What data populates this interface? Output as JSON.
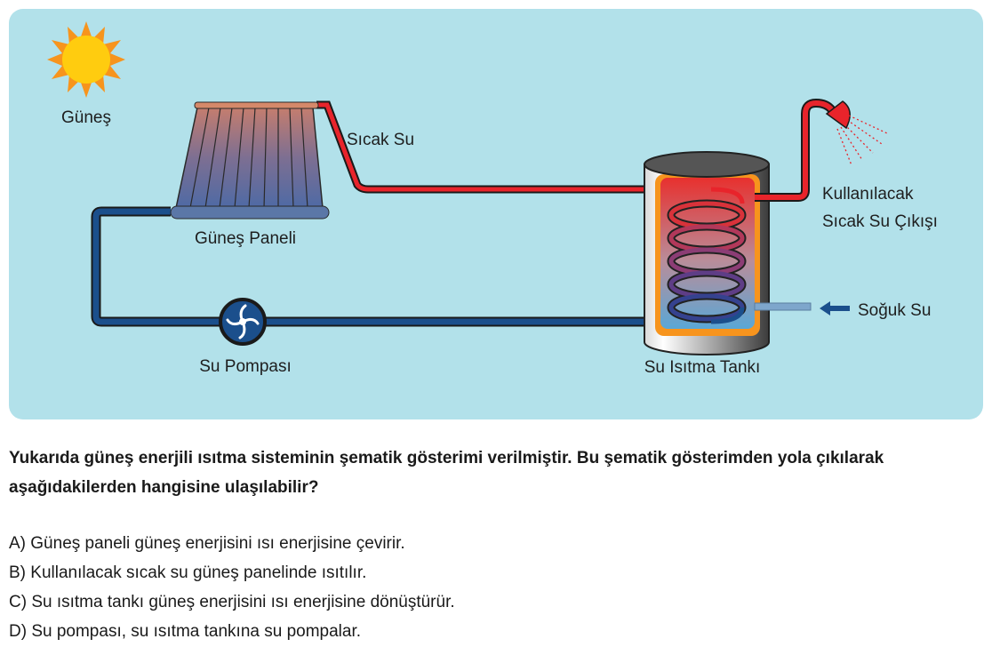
{
  "diagram": {
    "labels": {
      "sun": "Güneş",
      "hot_water": "Sıcak Su",
      "solar_panel": "Güneş Paneli",
      "pump": "Su Pompası",
      "tank": "Su Isıtma Tankı",
      "outlet_line1": "Kullanılacak",
      "outlet_line2": "Sıcak Su Çıkışı",
      "cold_water": "Soğuk Su"
    },
    "colors": {
      "background": "#b2e1ea",
      "hot_pipe": "#e8242b",
      "cold_pipe": "#1b4f8c",
      "sun": "#ffcc0f",
      "sun_rays": "#f7941d",
      "insulation": "#f7941d"
    }
  },
  "question": {
    "text": "Yukarıda güneş enerjili ısıtma sisteminin şematik gösterimi verilmiştir. Bu şematik gösterimden yola çıkılarak aşağıdakilerden hangisine ulaşılabilir?",
    "options": [
      "A) Güneş paneli güneş enerjisini ısı enerjisine çevirir.",
      "B) Kullanılacak sıcak su güneş panelinde ısıtılır.",
      "C) Su ısıtma tankı güneş enerjisini ısı enerjisine dönüştürür.",
      "D) Su pompası, su ısıtma tankına su pompalar."
    ]
  }
}
